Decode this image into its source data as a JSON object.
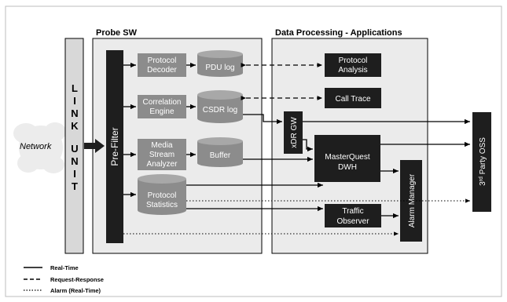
{
  "sections": {
    "probe_sw": "Probe SW",
    "data_processing": "Data Processing - Applications"
  },
  "network": {
    "label": "Network"
  },
  "link_unit": {
    "letters": [
      "L",
      "I",
      "N",
      "K",
      "U",
      "N",
      "I",
      "T"
    ]
  },
  "prefilter": {
    "label": "Pre-Filter"
  },
  "probe_blocks": {
    "protocol_decoder": [
      "Protocol",
      "Decoder"
    ],
    "correlation_engine": [
      "Correlation",
      "Engine"
    ],
    "media_stream_analyzer": [
      "Media",
      "Stream",
      "Analyzer"
    ],
    "protocol_statistics": [
      "Protocol",
      "Statistics"
    ]
  },
  "storage": {
    "pdu_log": "PDU log",
    "csdr_log": "CSDR log",
    "buffer": "Buffer"
  },
  "apps": {
    "protocol_analysis": [
      "Protocol",
      "Analysis"
    ],
    "call_trace": "Call Trace",
    "xdr_gw": "xDR GW",
    "masterquest_dwh": [
      "MasterQuest",
      "DWH"
    ],
    "alarm_manager": "Alarm Manager",
    "traffic_observer": [
      "Traffic",
      "Observer"
    ]
  },
  "third_party_oss": {
    "prefix": "3",
    "sup": "rd",
    "rest": " Party OSS"
  },
  "legend": {
    "realtime": "Real-Time",
    "request_response": "Request-Response",
    "alarm": "Alarm (Real-Time)"
  },
  "colors": {
    "dark_block": "#1e1e1e",
    "gray_block": "#8c8c8c",
    "panel_fill": "#ebebeb",
    "link_unit_fill": "#d8d8d8",
    "line": "#000000"
  }
}
